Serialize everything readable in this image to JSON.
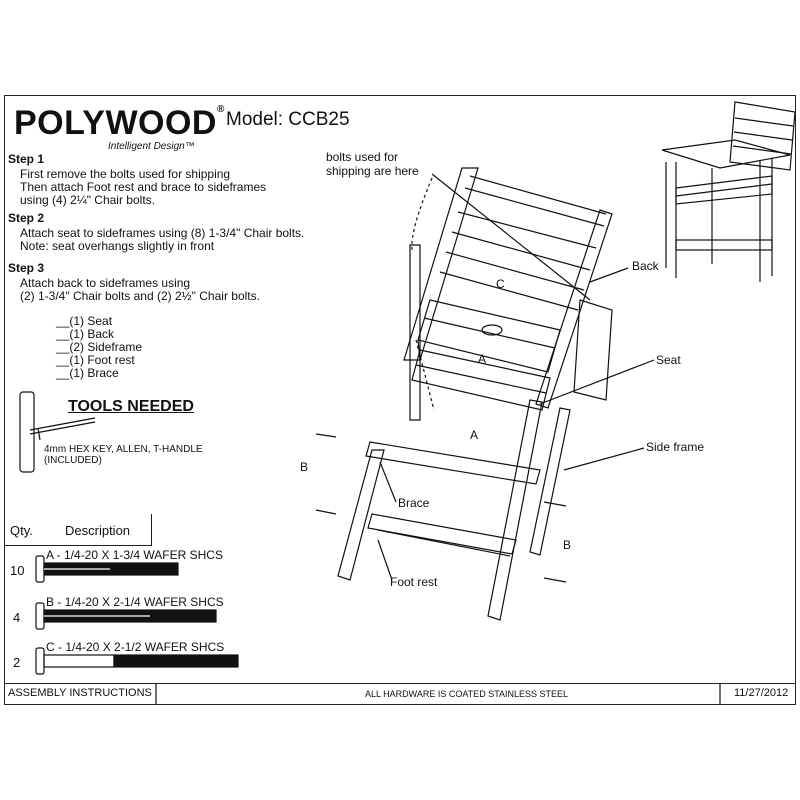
{
  "brand": {
    "name": "POLYWOOD",
    "registered": "®",
    "tagline": "Intelligent Design™"
  },
  "model_label": "Model: CCB25",
  "steps": [
    {
      "title": "Step 1",
      "lines": [
        "First remove the bolts used for shipping",
        "Then attach Foot rest and brace to sideframes",
        "using (4) 2¼\" Chair bolts."
      ]
    },
    {
      "title": "Step 2",
      "lines": [
        "Attach seat to sideframes using (8) 1-3/4\" Chair bolts.",
        "Note: seat overhangs slightly in front"
      ]
    },
    {
      "title": "Step 3",
      "lines": [
        "Attach back to sideframes using",
        "(2) 1-3/4\" Chair bolts and (2) 2½\" Chair bolts."
      ]
    }
  ],
  "parts_list": [
    "__(1) Seat",
    "__(1) Back",
    "__(2) Sideframe",
    "__(1) Foot rest",
    "__(1) Brace"
  ],
  "tools": {
    "heading": "TOOLS NEEDED",
    "lines": [
      "4mm HEX KEY, ALLEN, T-HANDLE",
      "(INCLUDED)"
    ]
  },
  "hardware_table": {
    "headers": {
      "qty": "Qty.",
      "description": "Description"
    },
    "rows": [
      {
        "qty": "10",
        "label": "A - 1/4-20 X 1-3/4 WAFER SHCS"
      },
      {
        "qty": "4",
        "label": "B - 1/4-20 X 2-1/4 WAFER SHCS"
      },
      {
        "qty": "2",
        "label": "C - 1/4-20 X 2-1/2 WAFER SHCS"
      }
    ]
  },
  "diagram_callouts": {
    "shipping_bolts": [
      "bolts used for",
      "shipping are here"
    ],
    "back": "Back",
    "seat": "Seat",
    "side_frame": "Side frame",
    "brace": "Brace",
    "foot_rest": "Foot rest",
    "letter_c": "C",
    "letter_a1": "A",
    "letter_a2": "A",
    "letter_b_left": "B",
    "letter_b_right": "B"
  },
  "footer": {
    "left": "ASSEMBLY INSTRUCTIONS",
    "center": "ALL HARDWARE IS COATED STAINLESS STEEL",
    "date": "11/27/2012"
  }
}
